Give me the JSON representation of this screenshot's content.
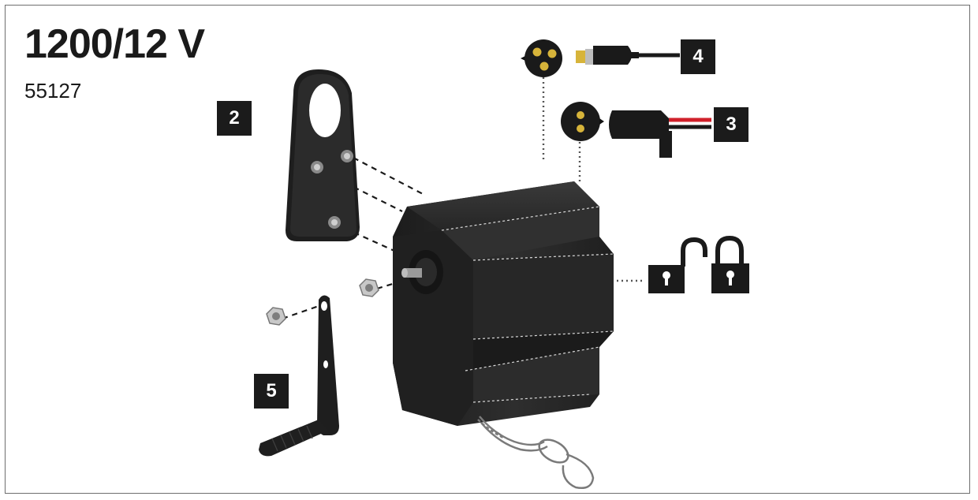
{
  "title": "1200/12 V",
  "code": "55127",
  "callouts": [
    {
      "id": "bracket",
      "label": "2"
    },
    {
      "id": "cable-red-black",
      "label": "3"
    },
    {
      "id": "cable-usb",
      "label": "4"
    },
    {
      "id": "crank",
      "label": "5"
    }
  ],
  "icons": [
    "open-padlock-icon",
    "closed-padlock-icon"
  ],
  "colors": {
    "part": "#262626",
    "badge": "#1b1b1b",
    "red_wire": "#d0202a",
    "pin": "#d7b43a"
  }
}
